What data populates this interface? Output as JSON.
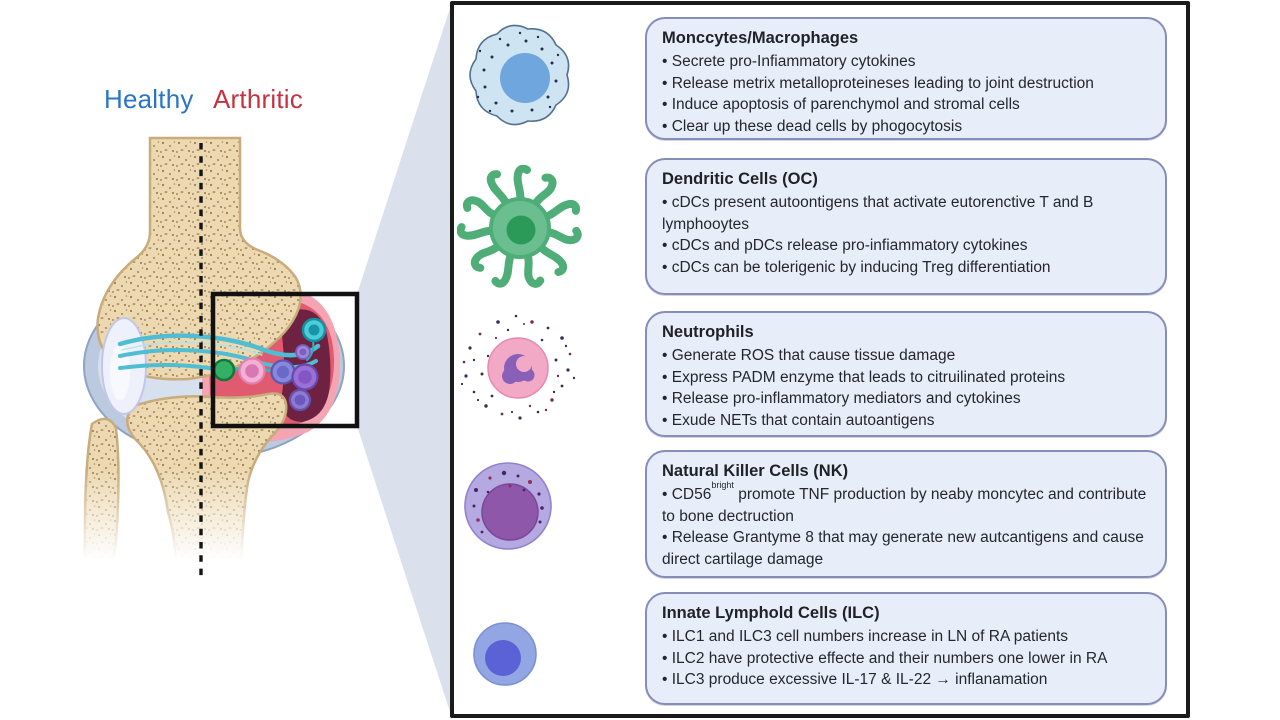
{
  "figure": {
    "healthy_label": "Healthy",
    "arthritic_label": "Arthritic"
  },
  "colors": {
    "healthy_text": "#2a76c4",
    "arthritic_text": "#c5323f",
    "panel_border": "#1a1a1a",
    "box_fill": "#e8eef9",
    "box_border": "#878dbb",
    "zoom_wedge": "#dbe0ed",
    "bone": "#ecd9b2",
    "capsule_blue": "#bccadf",
    "inflamed_red": "#e05a70",
    "inflamed_dark": "#6e2140"
  },
  "icons": [
    {
      "name": "macrophage-cell-icon",
      "color": "#cfe4f3"
    },
    {
      "name": "dendritic-cell-icon",
      "color": "#6abe90"
    },
    {
      "name": "neutrophil-cell-icon",
      "color": "#f1a9c6"
    },
    {
      "name": "nk-cell-icon",
      "color": "#b4a9e0"
    },
    {
      "name": "ilc-cell-icon",
      "color": "#93a6e4"
    }
  ],
  "boxes": [
    {
      "title": "Monccytes/Macrophages",
      "bullets": [
        "Secrete pro-Infiammatory cytokines",
        "Release metrix metalloproteineses leading to joint destruction",
        "Induce apoptosis of parenchymol and stromal cells",
        "Clear up these dead cells by phogocytosis"
      ]
    },
    {
      "title": "Dendritic Cells (OC)",
      "bullets": [
        "cDCs present autoontigens that activate eutorenctive T and B lymphooytes",
        "cDCs and pDCs release pro-infiammatory cytokines",
        "cDCs can be tolerigenic by inducing Treg differentiation"
      ]
    },
    {
      "title": "Neutrophils",
      "bullets": [
        "Generate ROS that cause tissue damage",
        "Express PADM enzyme that leads to citruilinated proteins",
        "Release pro-inflammatory mediators and cytokines",
        "Exude NETs that contain autoantigens"
      ]
    },
    {
      "title": "Natural Killer Cells  (NK)",
      "bullet_cd56": {
        "pre": "CD56",
        "sup": "bright",
        "post": " promote TNF production by neaby moncytec and contribute to bone dectruction"
      },
      "bullets": [
        "Release Grantyme 8 that may generate new autcantigens and cause direct cartilage damage"
      ]
    },
    {
      "title": "Innate Lymphold Cells (ILC)",
      "bullets": [
        "ILC1 and ILC3 cell numbers increase in LN of RA patients",
        "ILC2 have protective effecte and their numbers one lower in RA",
        "ILC3 produce excessive IL-17 & IL-22   →   inflanamation"
      ]
    }
  ]
}
